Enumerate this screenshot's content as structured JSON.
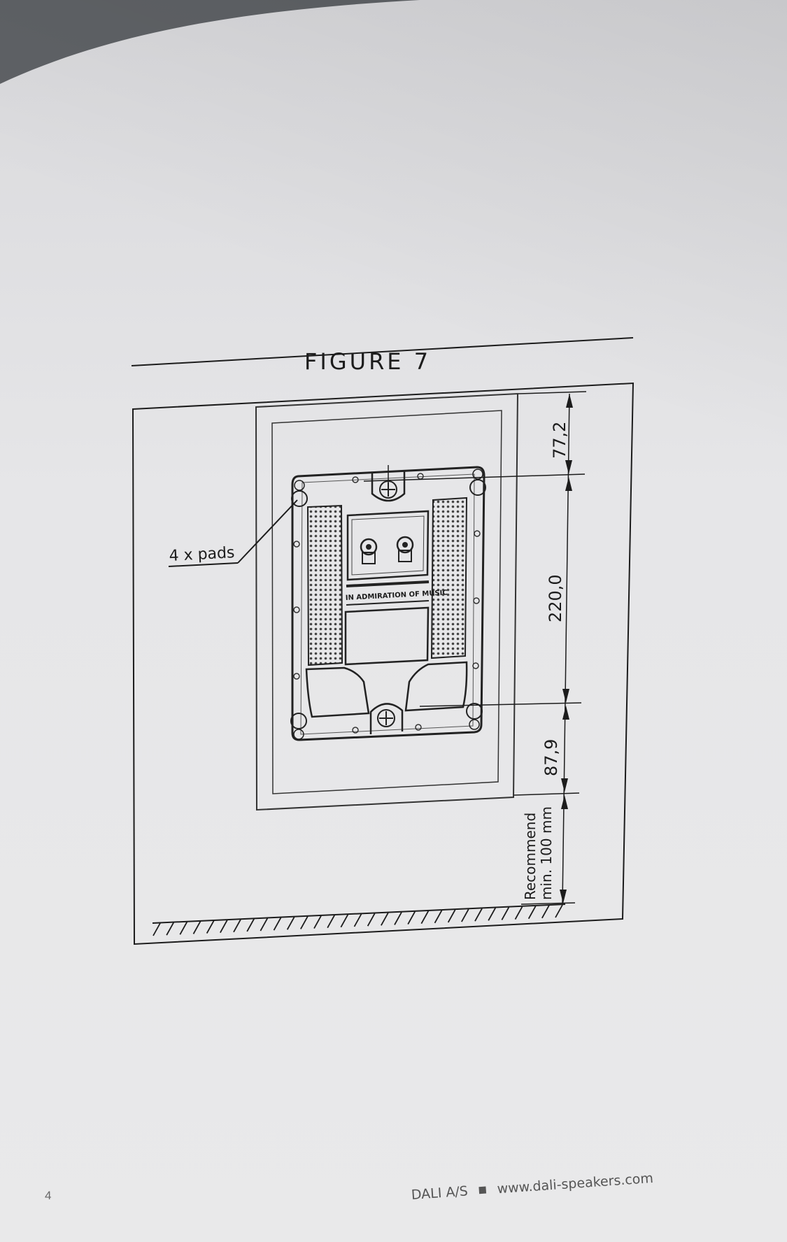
{
  "figure": {
    "title": "FIGURE 7",
    "callout_label": "4 x pads",
    "dimensions": [
      "77,2",
      "220,0",
      "87,9"
    ],
    "recommend_line1": "Recommend",
    "recommend_line2": "min. 100 mm",
    "rating_text": "IN ADMIRATION OF MUSIC"
  },
  "footer": {
    "page_number": "4",
    "company": "DALI A/S",
    "website": "www.dali-speakers.com"
  }
}
